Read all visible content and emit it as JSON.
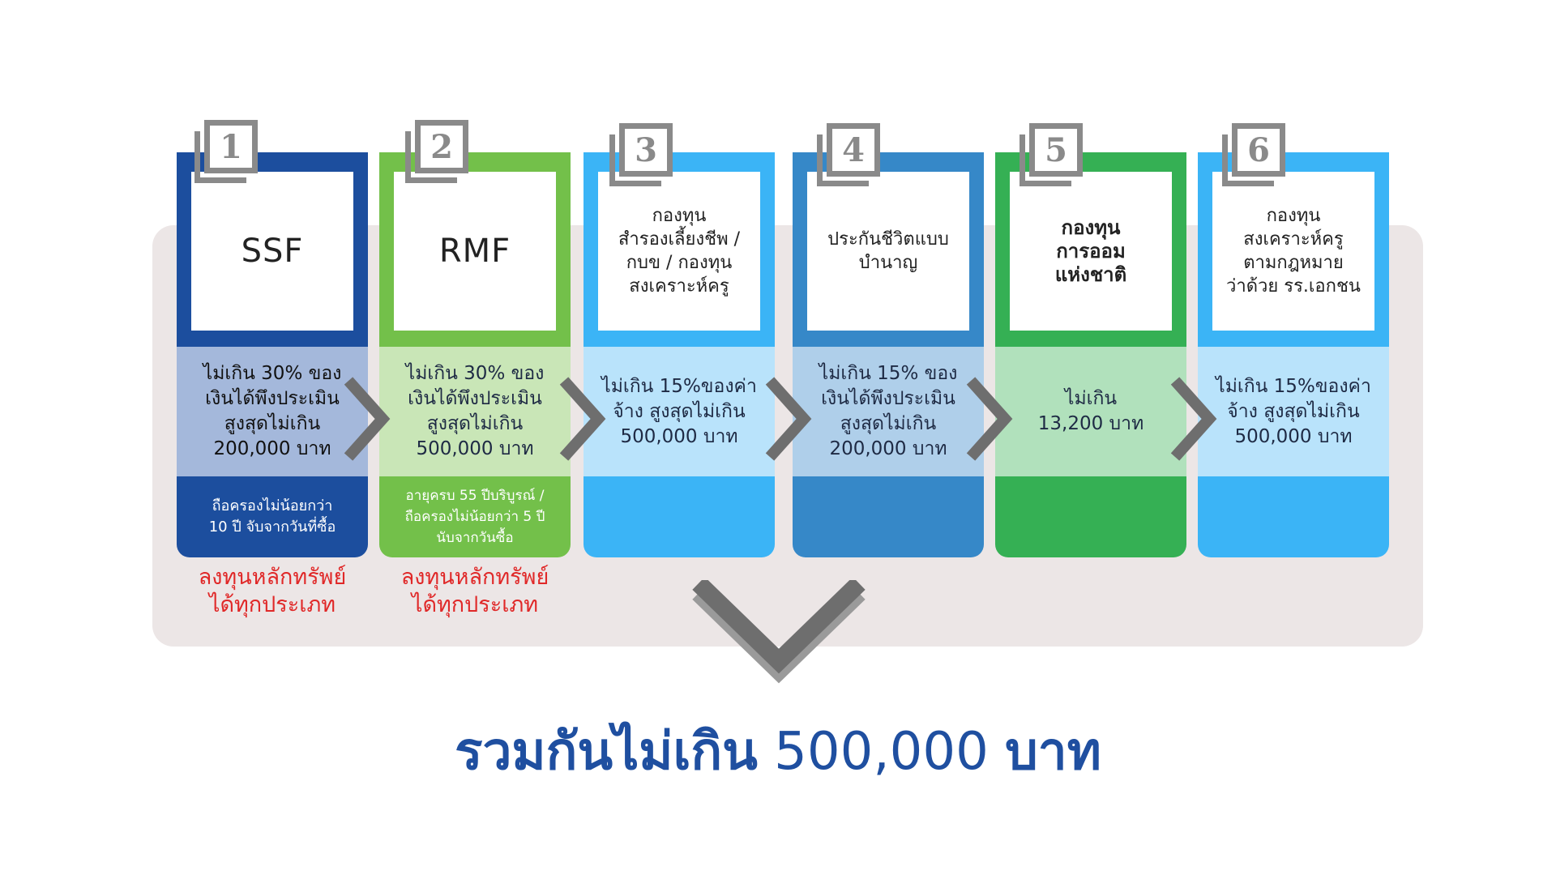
{
  "colors": {
    "ssf": "#1c4e9e",
    "rmf": "#73c04a",
    "pvd": "#3bb4f6",
    "insurance": "#3688c8",
    "nsf": "#35b054",
    "teacher": "#3bb4f6",
    "ssf_mid": "#a4b8db",
    "rmf_mid": "#c9e6b7",
    "pvd_mid": "#b9e3fb",
    "insurance_mid": "#afcfea",
    "nsf_mid": "#b1e1bc",
    "teacher_mid": "#b9e3fb",
    "note": "#e02828",
    "total": "#1f4fa0",
    "badge": "#8a8a8a",
    "background_panel": "#ece6e6"
  },
  "cards": [
    {
      "number": "1",
      "title": "SSF",
      "condition": "ไม่เกิน 30% ของ\nเงินได้พึงประเมิน\nสูงสุดไม่เกิน\n200,000 บาท",
      "holding": "ถือครองไม่น้อยกว่า\n10 ปี จับจากวันที่ซื้อ"
    },
    {
      "number": "2",
      "title": "RMF",
      "condition": "ไม่เกิน 30% ของ\nเงินได้พึงประเมิน\nสูงสุดไม่เกิน\n500,000 บาท",
      "holding": "อายุครบ 55 ปีบริบูรณ์ /\nถือครองไม่น้อยกว่า 5 ปี\nนับจากวันซื้อ"
    },
    {
      "number": "3",
      "title": "กองทุน\nสำรองเลี้ยงชีพ /\nกบข / กองทุน\nสงเคราะห์ครู",
      "condition": "ไม่เกิน 15%ของค่า\nจ้าง สูงสุดไม่เกิน\n500,000 บาท",
      "holding": ""
    },
    {
      "number": "4",
      "title": "ประกันชีวิตแบบ\nบำนาญ",
      "condition": "ไม่เกิน 15% ของ\nเงินได้พึงประเมิน\nสูงสุดไม่เกิน\n200,000 บาท",
      "holding": ""
    },
    {
      "number": "5",
      "title": "กองทุน\nการออม\nแห่งชาติ",
      "condition": "ไม่เกิน\n13,200 บาท",
      "holding": ""
    },
    {
      "number": "6",
      "title": "กองทุน\nสงเคราะห์ครู\nตามกฎหมาย\nว่าด้วย รร.เอกชน",
      "condition": "ไม่เกิน 15%ของค่า\nจ้าง สูงสุดไม่เกิน\n500,000 บาท",
      "holding": ""
    }
  ],
  "notes": {
    "ssf": "ลงทุนหลักทรัพย์\nได้ทุกประเภท",
    "rmf": "ลงทุนหลักทรัพย์\nได้ทุกประเภท"
  },
  "total": {
    "prefix": "รวมกันไม่เกิน",
    "amount": "500,000",
    "suffix": "บาท"
  },
  "icons": {
    "step_arrow": "chevron-right-icon",
    "summary_arrow": "chevron-down-icon",
    "number_badge": "stacked-square-icon"
  }
}
